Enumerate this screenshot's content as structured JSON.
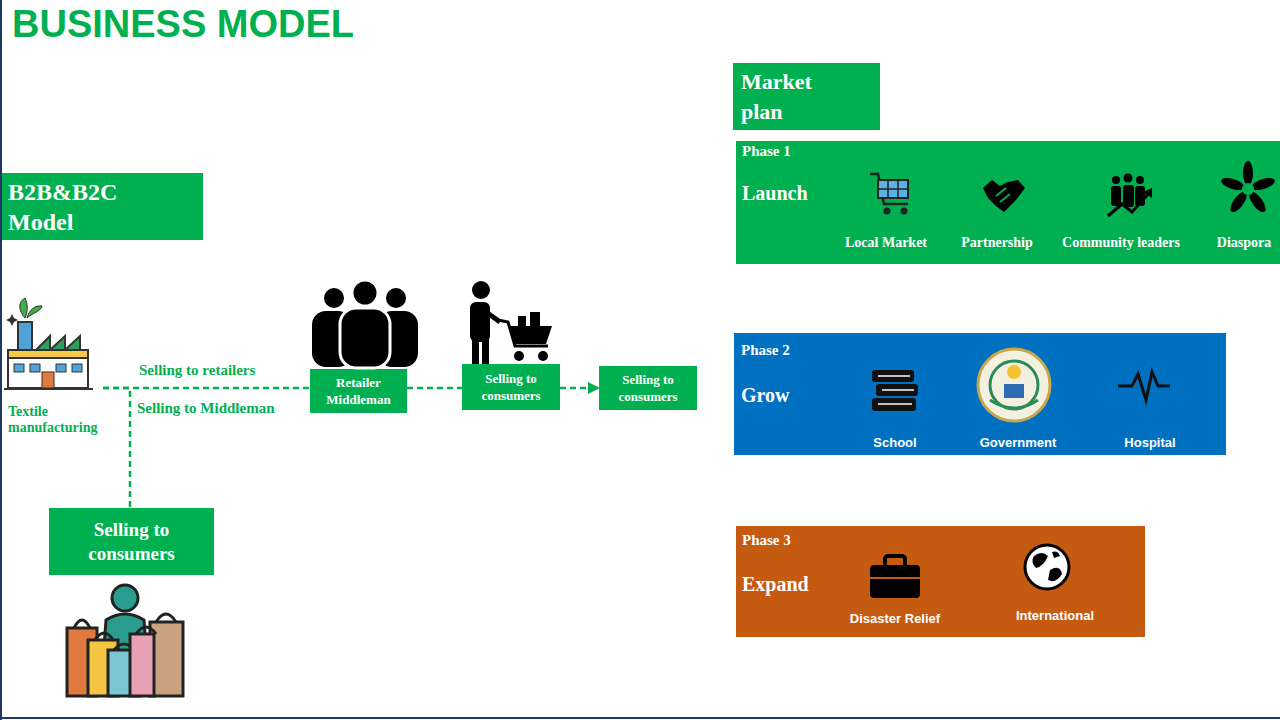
{
  "diagram": {
    "title": "BUSINESS MODEL",
    "nodes": [
      {
        "text": [
          "B2B&B2C Model"
        ]
      },
      {
        "text": [
          "Textile manufacturing"
        ]
      },
      {
        "text": [
          "Retailer Middleman"
        ]
      },
      {
        "text": [
          "Selling to consumers"
        ]
      },
      {
        "text": [
          "Selling to consumers"
        ]
      },
      {
        "text": [
          "Selling to consumers"
        ]
      },
      {
        "text": [
          "Market plan"
        ]
      },
      {
        "text": [
          "Phase 1",
          "Launch",
          "Local Market",
          "Partnership",
          "Community leaders",
          "Diaspora"
        ]
      },
      {
        "text": [
          "Phase 2",
          "Grow",
          "School",
          "Government",
          "Hospital"
        ]
      },
      {
        "text": [
          "Phase 3",
          "Expand",
          "Disaster Relief",
          "International"
        ]
      }
    ],
    "edges": [
      {
        "from": 1,
        "to": 2,
        "label": "Selling to retailers",
        "arrow": "none"
      },
      {
        "from": 1,
        "to": 5,
        "arrow": "none"
      },
      {
        "from": 2,
        "to": 3,
        "arrow": "none"
      },
      {
        "from": 3,
        "to": 4,
        "arrow": "to"
      }
    ],
    "labels": [
      "Selling to Middleman"
    ]
  }
}
